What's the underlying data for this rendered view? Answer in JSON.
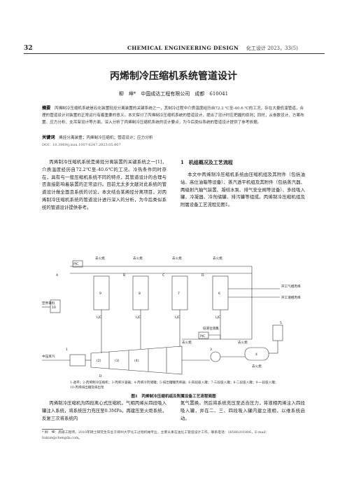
{
  "header": {
    "page_number": "32",
    "journal": "CHEMICAL ENGINEERING DESIGN",
    "volume": "化工设计 2023，33(5)"
  },
  "title": "丙烯制冷压缩机系统管道设计",
  "author_line": "柳　坤*　中国成达工程有限公司　成都　610041",
  "abstract": {
    "label": "摘要",
    "text": "丙烯制冷压缩机系统是石化装置轻烃分离装置的关键系统之一，其制冷过程中介质温度经历自72.2 ℃至-40.6 ℃的工况，存在大量低温管道，合理的管道设计对装置的正常运行有着重要的意义。本文探讨了丙烯制冷压缩机系统的管道设计，提出了设计时应把握的原则；同时，从参数设计、方案布置、应力分析、支吊架设计等方面，深入分析了丙烯制冷压缩机系统的设计要点，为今后类似系统的管道设计提供了参考依据。"
  },
  "keywords": {
    "label": "关键词",
    "text": "烯烃分离装置；丙烯制冷压缩机；管道设计；应力分析"
  },
  "doi": "DOI：10.3969/j.issn.1007-6247.2023.05.007",
  "left_intro": "丙烯制冷压缩机系统是烯烃分离装置的关键系统之一[1]，介质温度经历自72.2℃至-40.6℃的工况。冷热条件同时存在，具有与一般压缩机系统不同的特点，其管道设计的合理与否直接影响着装置的正常运行。目前尤太多文献对此系统的管道设计做全面且系统的讨论，本文结合某烯烃分离项目，对丙烯制冷压缩机系统的管道设计进行深入的分析，为今后类似系统的管道设计提供参考。",
  "section1": {
    "heading": "1　机组概况及工艺流程",
    "text": "本文中丙烯制冷压缩机系统由压缩机组及其附件（包括油站、高位油箱等设备）、蒸汽透平机组及其附件（包括蒸汽器、两级射汽抽气装置、凝结水泵、排气安全阀等设备）、多段吸入罐、冷凝器、冷剂储罐、排污罐等组成。丙烯制冷压缩机组及附属设备工艺流程见图1。"
  },
  "figure": {
    "labels": {
      "to_torch": "去火炬",
      "to_torch_b": "去火炬",
      "to_torch_c": "去火炬",
      "to_torch_d": "去火炬",
      "to_torch_e": "去火炬",
      "to_torch_f": "去火炬",
      "flare": "火炬",
      "pic": "PIC",
      "pic2": "PIC",
      "a": "A",
      "b": "B",
      "c": "C",
      "d": "D",
      "n9": "9",
      "n8": "8",
      "n7": "7",
      "n6": "6",
      "n10": "10",
      "n1": "1",
      "n2": "(2)",
      "n3": "(3)",
      "n4": "(4)",
      "n5": "5",
      "n4b": "4",
      "n3b": "3",
      "ljc1": "LJC",
      "ljc2": "LJC",
      "ljc3": "LJC",
      "ljc4": "LJC",
      "ljc5": "LJC",
      "ljc6": "LJC",
      "air": "空界来料",
      "steam": "中压蒸汽",
      "to_user1": "开工气相丙烯",
      "to_user2": "开工液相丙烯",
      "cooler": "低液位调集",
      "to_torch_g": "去火炬"
    }
  },
  "legend": "1-透平；2-丙烯制冷压缩机；3-丙烯冷凝器；4-丙烯冷剂储罐；5-排出罐罐丙烯器；6-四段吸入罐；7-三段吸入罐；8-二段吸入罐；9-一段吸入罐；10-丙烯排出罐及排出泵",
  "figure_caption": "图1　丙烯制冷压缩机组及附属设备工艺流程简图",
  "left_body2": "丙烯制冷压缩机为四段离心式压缩机，气相丙烯从四段吸入罐注入系统，将系统压力充压至0.3MPa，再建压至火炬系统，反复三次将系统内",
  "right_body2": "氮气置换。然后将系统充压至适合压力，将液相丙烯注入四段吸入罐，并在二、三、四段吸入罐内建立液相，以维系统启动。",
  "footnote": "* 柳　坤：高级工程师。2010年硕士研究生毕业于郑州大学化工过程机械专业。主要从事石油化工管道设计工作。联系电话：18580201806，E-mail：liukun@chengda.com。"
}
